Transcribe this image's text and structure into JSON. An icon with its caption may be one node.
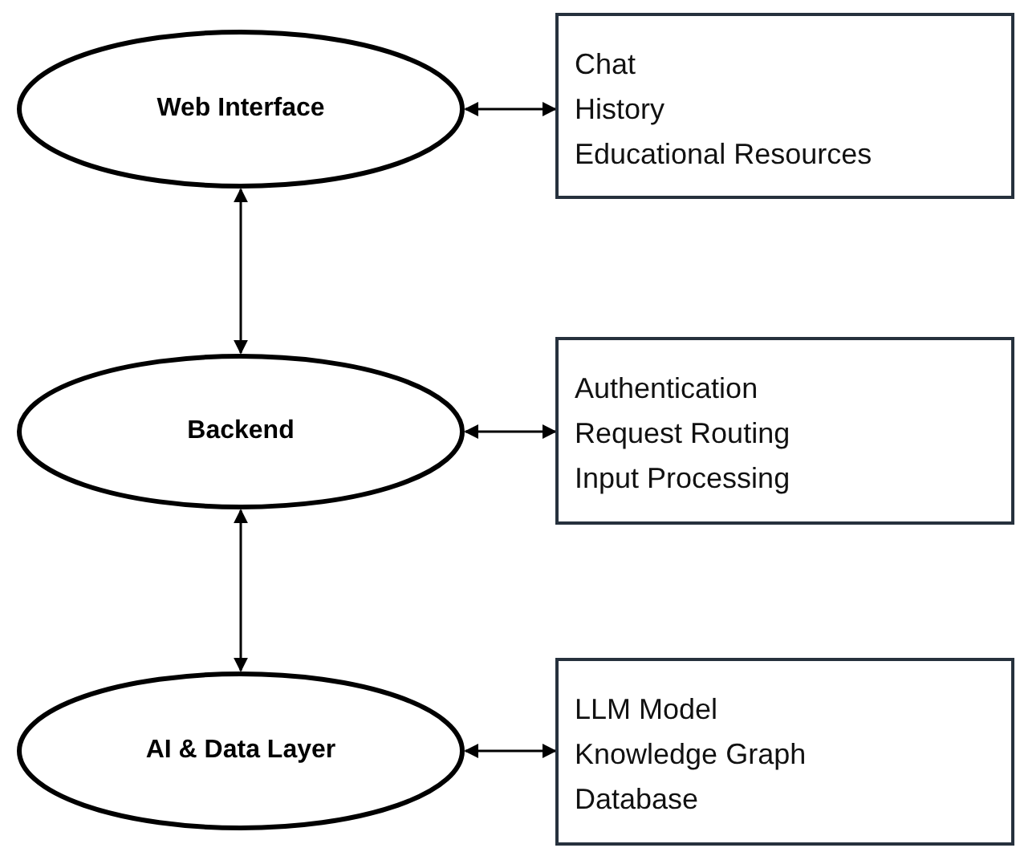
{
  "diagram": {
    "nodes": [
      {
        "text": [
          "Web Interface"
        ]
      },
      {
        "text": [
          "Chat",
          "History",
          "Educational Resources"
        ]
      },
      {
        "text": [
          "Backend"
        ]
      },
      {
        "text": [
          "Authentication",
          "Request Routing",
          "Input Processing"
        ]
      },
      {
        "text": [
          "AI & Data Layer"
        ]
      },
      {
        "text": [
          "LLM Model",
          "Knowledge Graph",
          "Database"
        ]
      }
    ],
    "edges": [
      {
        "from": 0,
        "to": 1,
        "arrow": "both"
      },
      {
        "from": 0,
        "to": 2,
        "arrow": "both"
      },
      {
        "from": 2,
        "to": 3,
        "arrow": "both"
      },
      {
        "from": 2,
        "to": 4,
        "arrow": "both"
      },
      {
        "from": 4,
        "to": 5,
        "arrow": "both"
      }
    ]
  }
}
